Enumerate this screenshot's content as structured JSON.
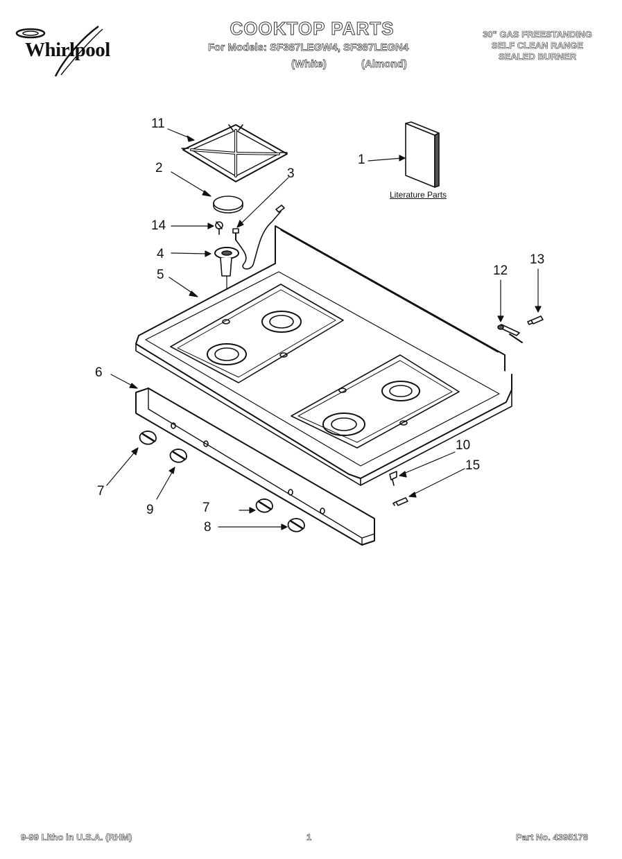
{
  "header": {
    "brand": "Whirlpool",
    "title": "COOKTOP PARTS",
    "models_line": "For Models: SF387LEGW4, SF387LEGN4",
    "variants": [
      "(White)",
      "(Almond)"
    ],
    "spec_lines": [
      "30\" GAS FREESTANDING",
      "SELF CLEAN RANGE",
      "SEALED BURNER"
    ]
  },
  "diagram": {
    "literature_caption": "Literature Parts",
    "callouts": [
      {
        "id": "c1",
        "label": "1"
      },
      {
        "id": "c2",
        "label": "2"
      },
      {
        "id": "c3",
        "label": "3"
      },
      {
        "id": "c4",
        "label": "4"
      },
      {
        "id": "c5",
        "label": "5"
      },
      {
        "id": "c6",
        "label": "6"
      },
      {
        "id": "c7a",
        "label": "7"
      },
      {
        "id": "c7b",
        "label": "7"
      },
      {
        "id": "c8",
        "label": "8"
      },
      {
        "id": "c9",
        "label": "9"
      },
      {
        "id": "c10",
        "label": "10"
      },
      {
        "id": "c11",
        "label": "11"
      },
      {
        "id": "c12",
        "label": "12"
      },
      {
        "id": "c13",
        "label": "13"
      },
      {
        "id": "c14",
        "label": "14"
      },
      {
        "id": "c15",
        "label": "15"
      }
    ]
  },
  "footer": {
    "left": "9-99 Litho in U.S.A. (RHM)",
    "center": "1",
    "right": "Part No. 4395178"
  }
}
